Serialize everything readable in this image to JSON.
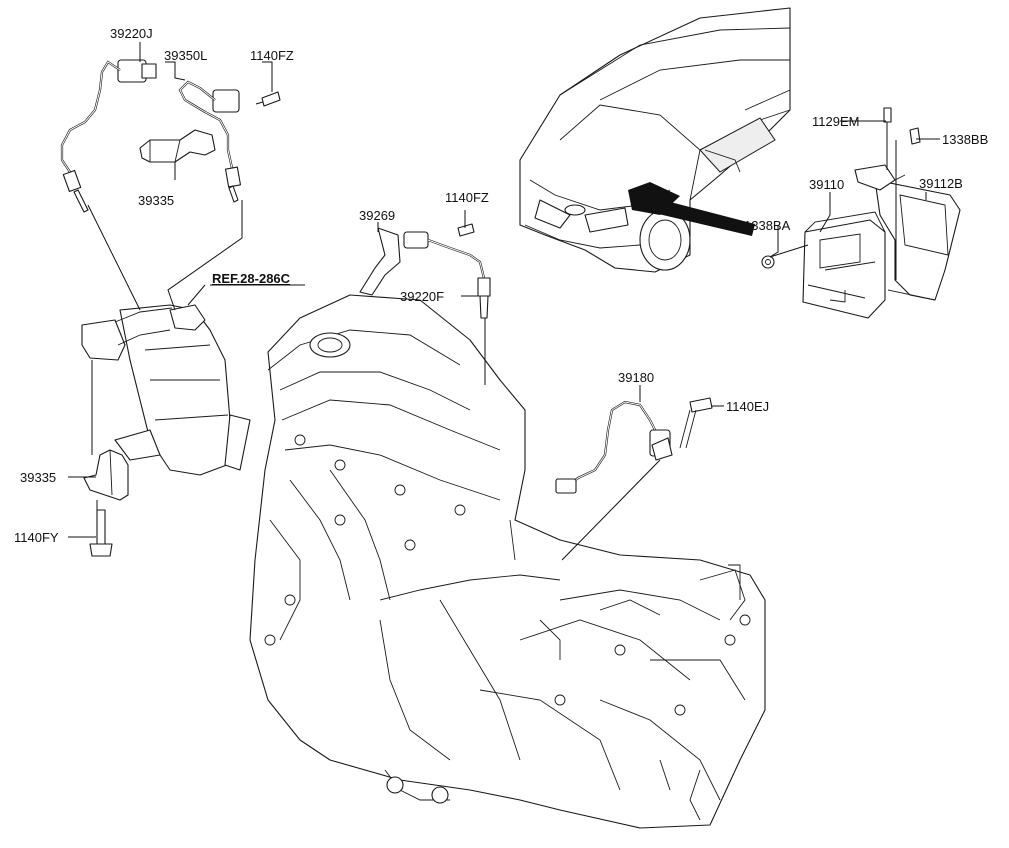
{
  "labels": {
    "p39220J": "39220J",
    "p39350L": "39350L",
    "p1140FZ_a": "1140FZ",
    "p39335_a": "39335",
    "ref": "REF.28-286C",
    "p39269": "39269",
    "p1140FZ_b": "1140FZ",
    "p39220F": "39220F",
    "p1129EM": "1129EM",
    "p1338BB": "1338BB",
    "p39110": "39110",
    "p39112B": "39112B",
    "p1338BA": "1338BA",
    "p39180": "39180",
    "p1140EJ": "1140EJ",
    "p39335_b": "39335",
    "p1140FY": "1140FY"
  }
}
